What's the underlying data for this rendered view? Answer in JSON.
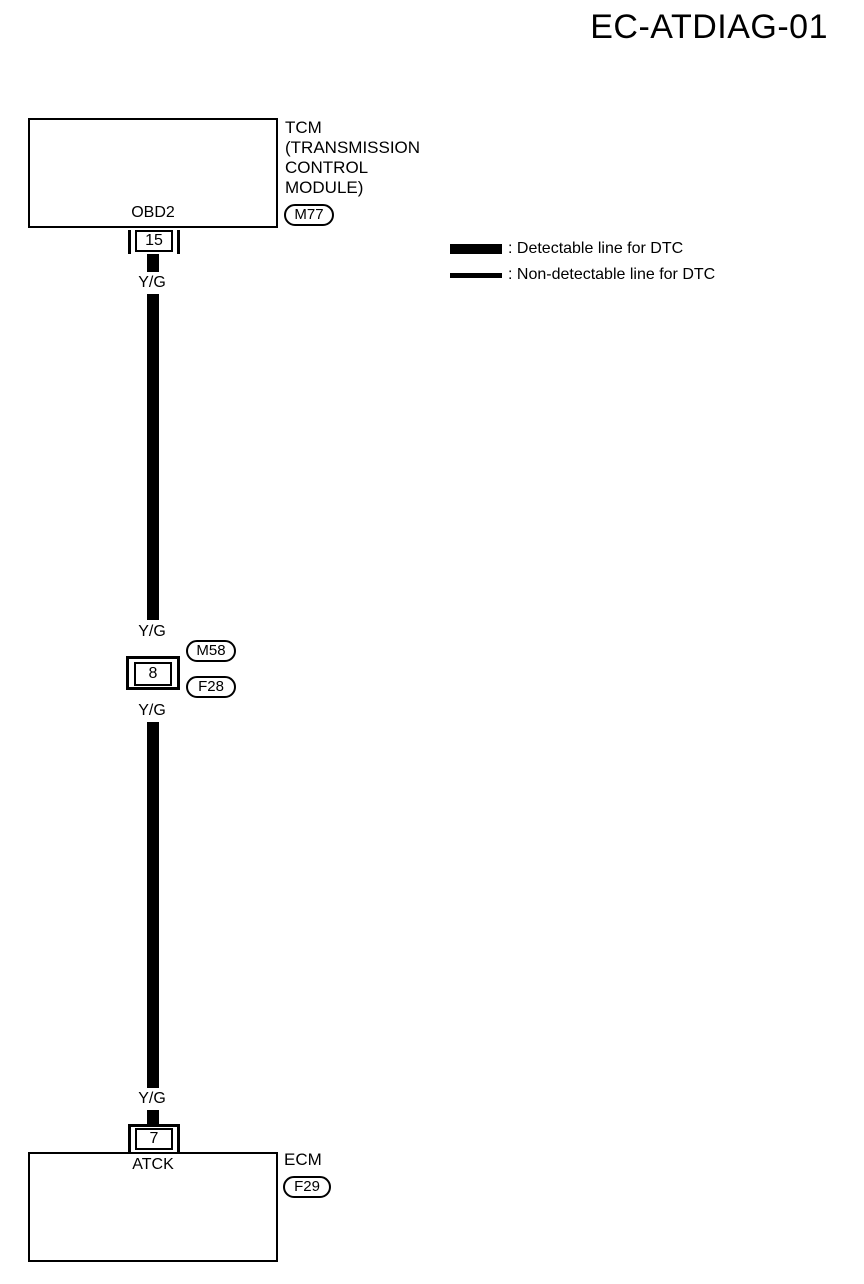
{
  "title": "EC-ATDIAG-01",
  "tcm": {
    "name_lines": [
      "TCM",
      "(TRANSMISSION",
      "CONTROL",
      "MODULE)"
    ],
    "connector_id": "M77",
    "terminal_name": "OBD2",
    "terminal_number": "15"
  },
  "wire_color": "Y/G",
  "joint": {
    "connector_top": "M58",
    "connector_bottom": "F28",
    "terminal_number": "8",
    "wire_top": "Y/G",
    "wire_bottom": "Y/G"
  },
  "ecm": {
    "name": "ECM",
    "connector_id": "F29",
    "terminal_name": "ATCK",
    "terminal_number": "7",
    "wire": "Y/G"
  },
  "tcm_wire": "Y/G",
  "legend": {
    "detectable": ": Detectable line for DTC",
    "non_detectable": ": Non-detectable line for DTC"
  },
  "colors": {
    "line": "#000000",
    "background": "#ffffff"
  }
}
